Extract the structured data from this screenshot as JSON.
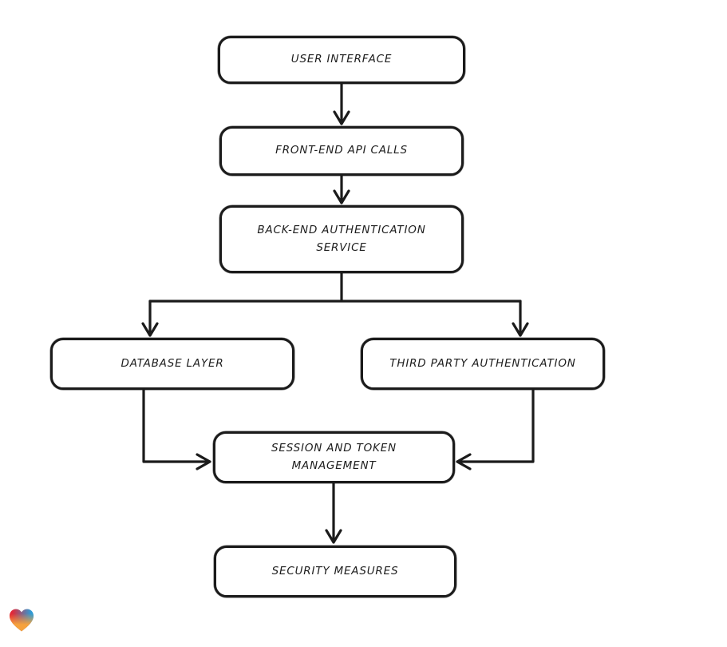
{
  "diagram": {
    "type": "flowchart",
    "style": "hand-drawn",
    "colors": {
      "background": "#ffffff",
      "stroke": "#1b1b1b",
      "text": "#1d1d1d",
      "node_fill": "#ffffff"
    },
    "nodes": [
      {
        "id": "user-interface",
        "label": "USER INTERFACE"
      },
      {
        "id": "front-end-api-calls",
        "label": "FRONT-END API CALLS"
      },
      {
        "id": "back-end-authentication-service",
        "label": "BACK-END AUTHENTICATION\nSERVICE"
      },
      {
        "id": "database-layer",
        "label": "DATABASE LAYER"
      },
      {
        "id": "third-party-authentication",
        "label": "THIRD PARTY AUTHENTICATION"
      },
      {
        "id": "session-and-token-management",
        "label": "SESSION AND TOKEN\nMANAGEMENT"
      },
      {
        "id": "security-measures",
        "label": "SECURITY MEASURES"
      }
    ],
    "edges": [
      {
        "from": "user-interface",
        "to": "front-end-api-calls"
      },
      {
        "from": "front-end-api-calls",
        "to": "back-end-authentication-service"
      },
      {
        "from": "back-end-authentication-service",
        "to": "database-layer"
      },
      {
        "from": "back-end-authentication-service",
        "to": "third-party-authentication"
      },
      {
        "from": "database-layer",
        "to": "session-and-token-management"
      },
      {
        "from": "third-party-authentication",
        "to": "session-and-token-management"
      },
      {
        "from": "session-and-token-management",
        "to": "security-measures"
      }
    ],
    "logo": {
      "name": "heart-logo",
      "colors": [
        "#e32636",
        "#2e9bd6",
        "#f6a23d"
      ]
    }
  }
}
